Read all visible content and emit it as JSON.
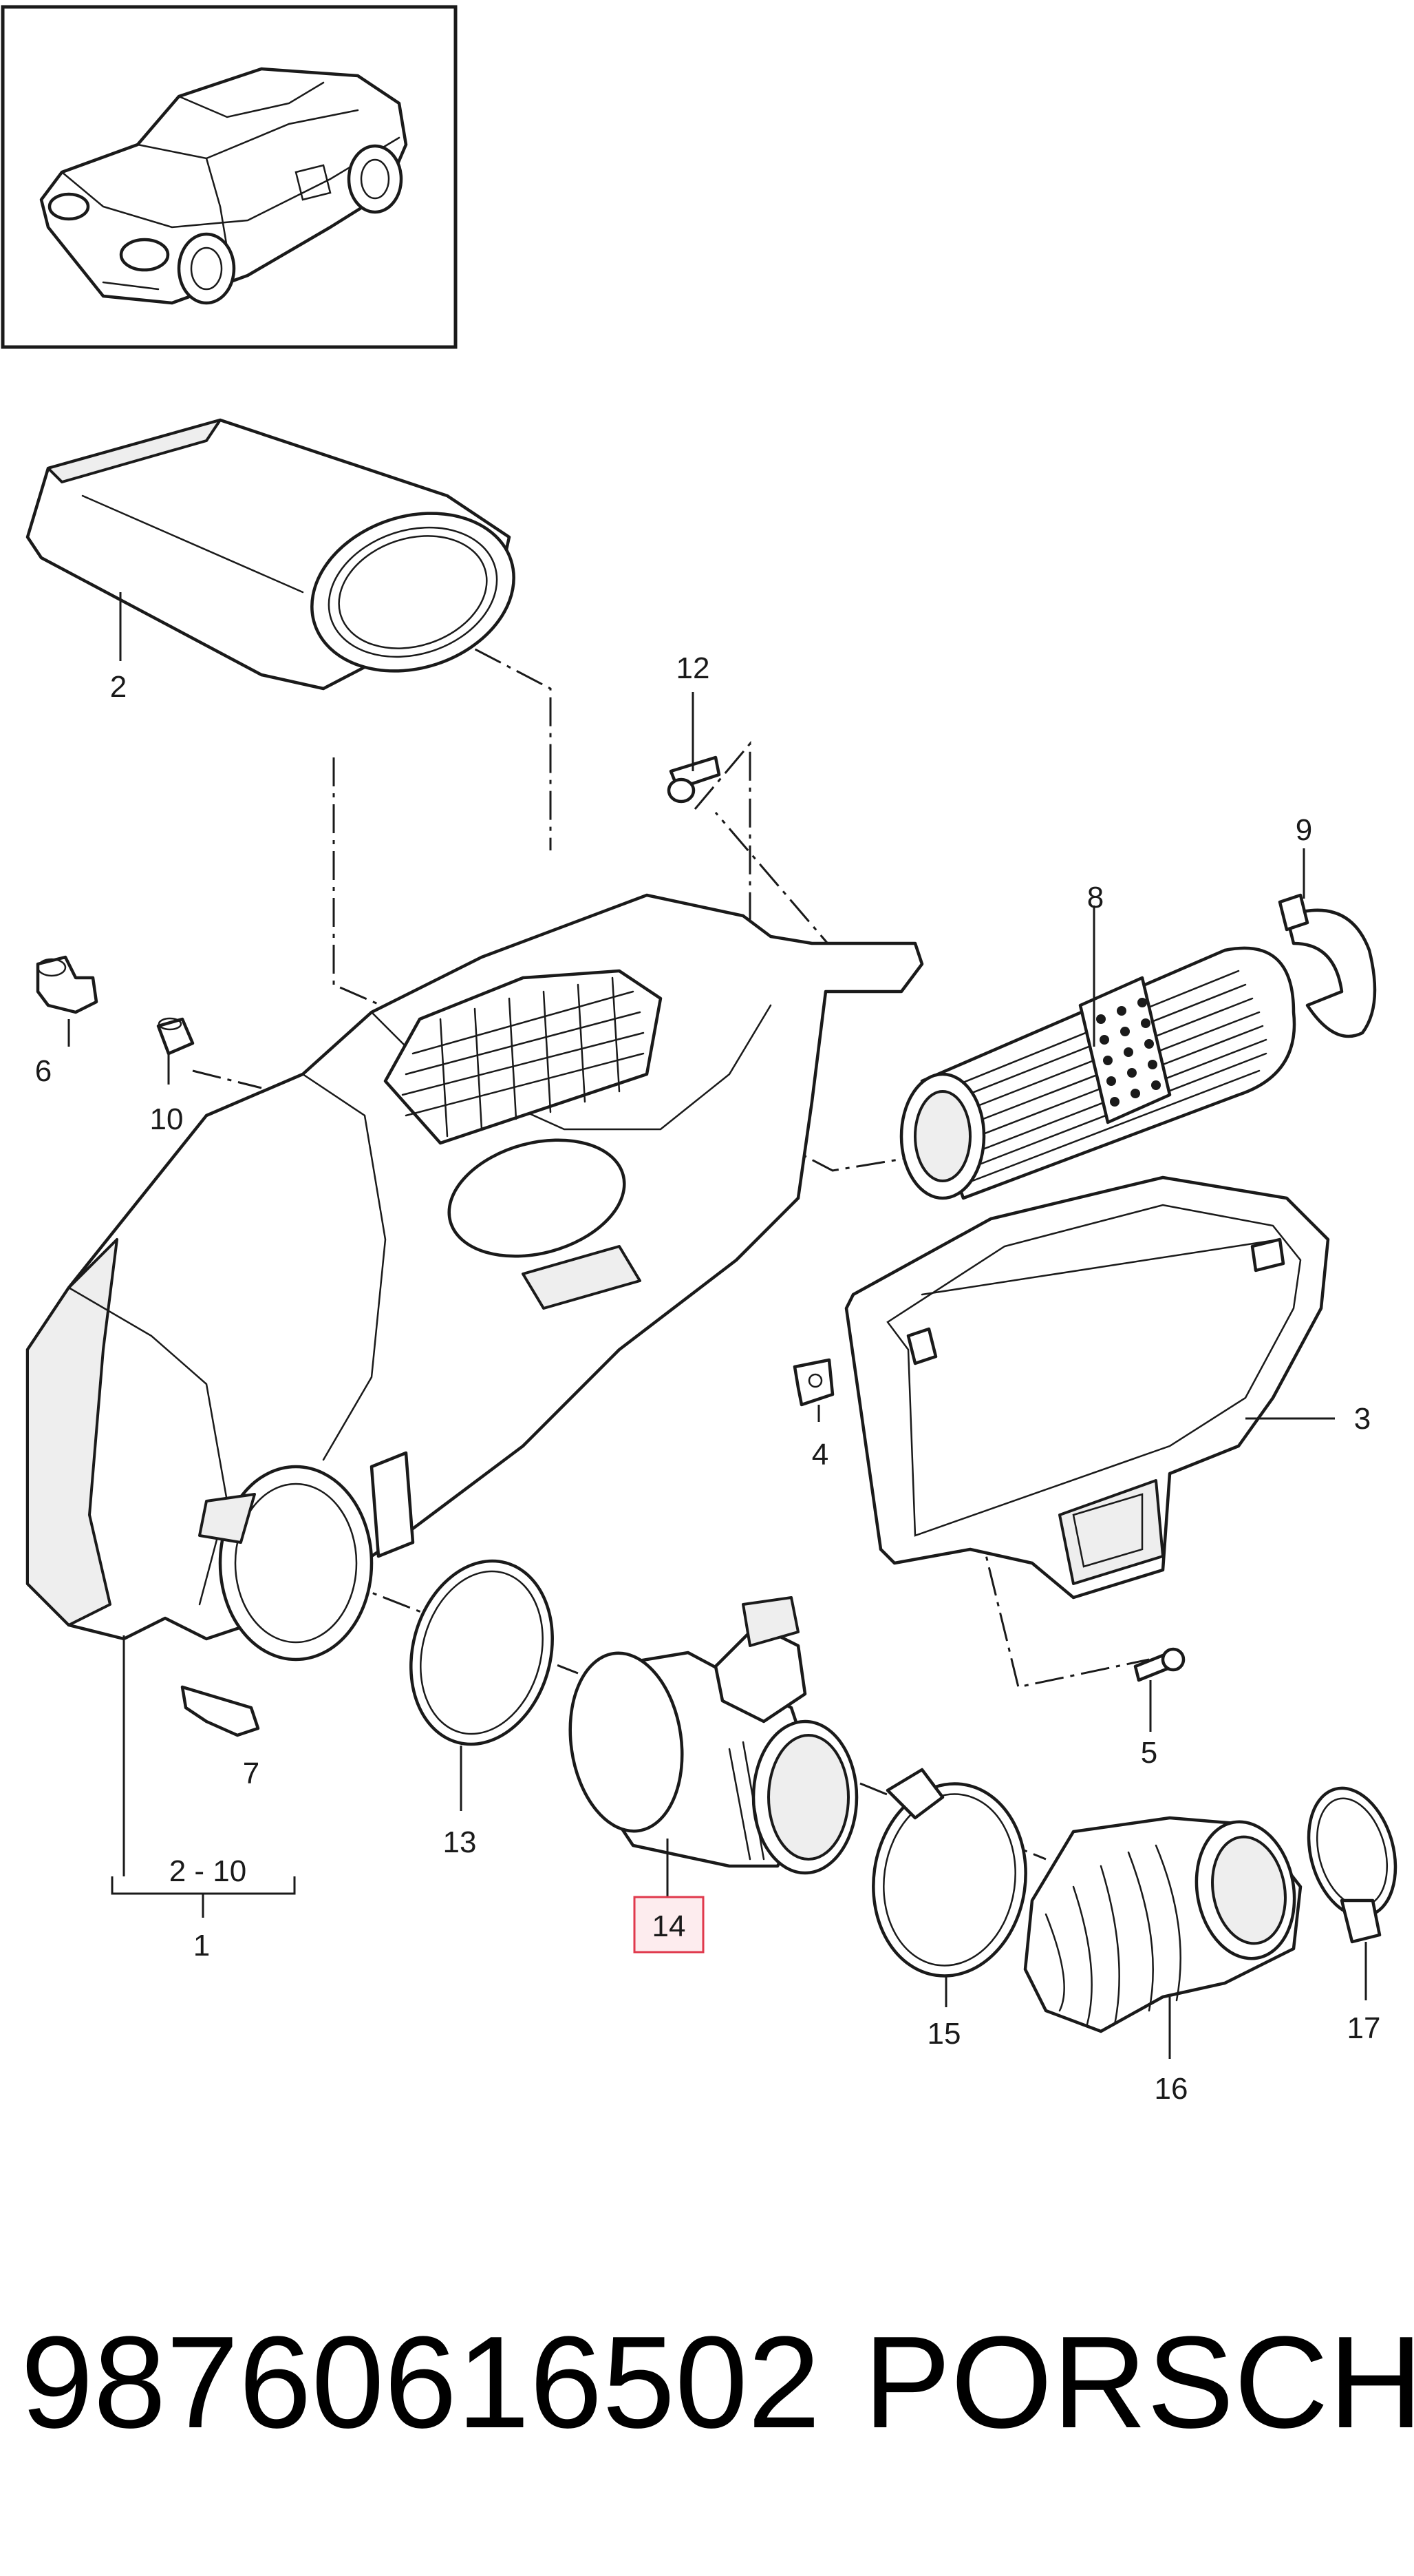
{
  "diagram": {
    "callouts": {
      "c1": "1",
      "c2": "2",
      "c3": "3",
      "c4": "4",
      "c5": "5",
      "c6": "6",
      "c7": "7",
      "c8": "8",
      "c9": "9",
      "c10": "10",
      "c12": "12",
      "c13": "13",
      "c14": "14",
      "c15": "15",
      "c16": "16",
      "c17": "17",
      "range": "2 - 10"
    },
    "highlight_color": "#e0394c",
    "highlight_fill": "#fdecee"
  },
  "footer": {
    "part_number": "98760616502",
    "brand": "PORSCHE"
  }
}
